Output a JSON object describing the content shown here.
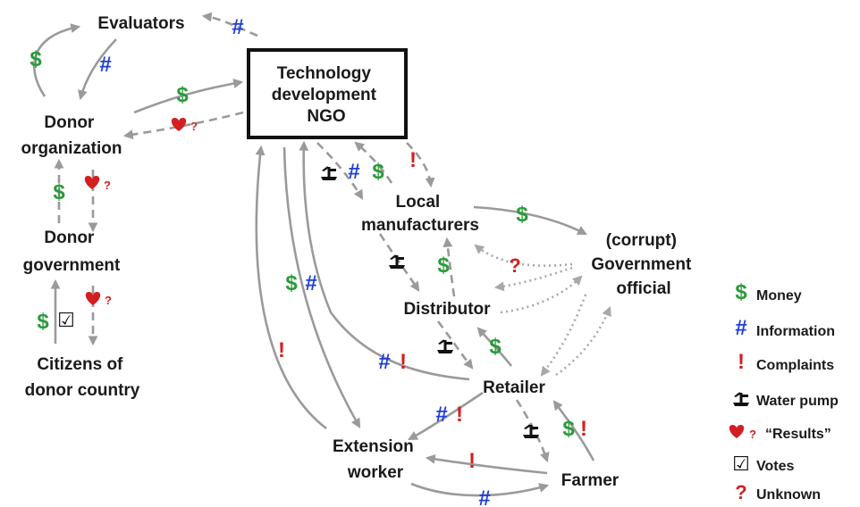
{
  "nodes": {
    "evaluators": "Evaluators",
    "ngo": [
      "Technology",
      "development",
      "NGO"
    ],
    "donor_org": [
      "Donor",
      "organization"
    ],
    "donor_gov": [
      "Donor",
      "government"
    ],
    "citizens": [
      "Citizens of",
      "donor country"
    ],
    "local_mfr": [
      "Local",
      "manufacturers"
    ],
    "gov_official": [
      "(corrupt)",
      "Government",
      "official"
    ],
    "distributor": "Distributor",
    "retailer": "Retailer",
    "extension_worker": [
      "Extension",
      "worker"
    ],
    "farmer": "Farmer"
  },
  "symbols": {
    "money": "$",
    "information": "#",
    "complaints": "!",
    "unknown": "?",
    "vote": "☑"
  },
  "legend": {
    "money": "Money",
    "information": "Information",
    "complaints": "Complaints",
    "water_pump": "Water pump",
    "results": "“Results”",
    "votes": "Votes",
    "unknown": "Unknown"
  },
  "colors": {
    "money": "#2a9a3a",
    "information": "#1f3fd6",
    "complaints": "#d31f1f",
    "arrow": "#9a9a9a"
  },
  "icons": {
    "pump": "water-pump-icon",
    "heart": "heart-icon",
    "vote": "checkbox-icon"
  }
}
